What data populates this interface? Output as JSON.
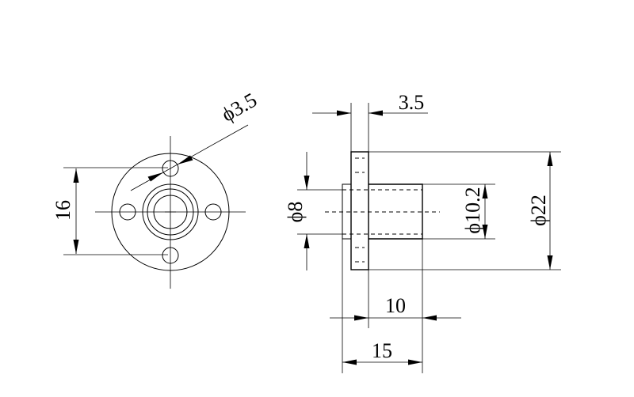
{
  "front_view": {
    "hole_diameter": "ϕ3.5",
    "hole_spacing": "16"
  },
  "side_view": {
    "flange_thickness": "3.5",
    "bore_diameter": "ϕ8",
    "boss_diameter": "ϕ10.2",
    "flange_diameter": "ϕ22",
    "boss_length": "10",
    "total_length": "15"
  }
}
